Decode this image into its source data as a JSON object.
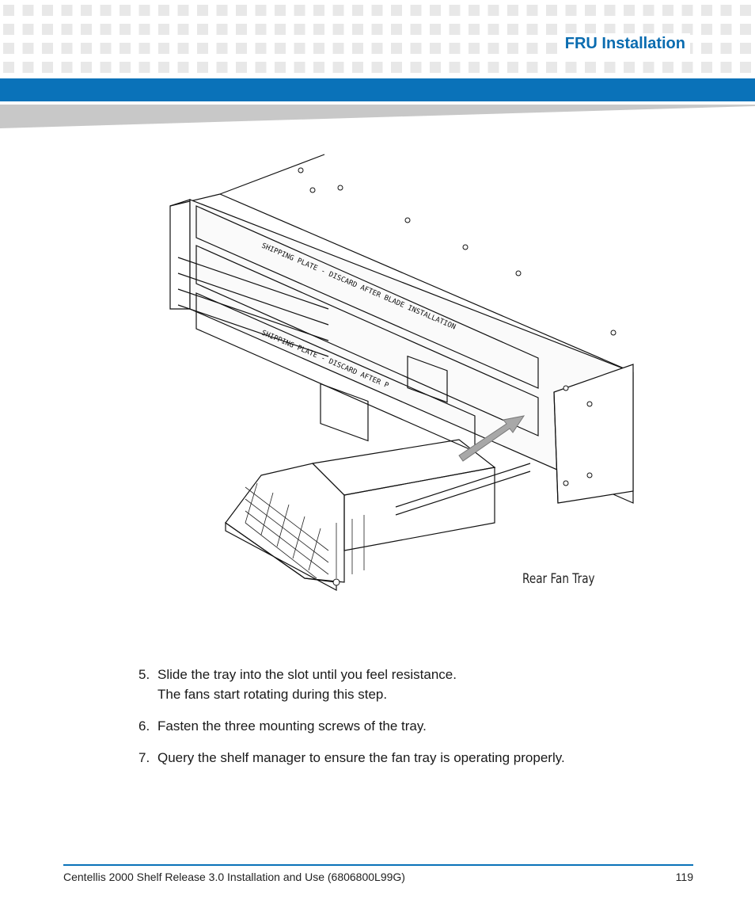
{
  "header": {
    "section_title": "FRU Installation"
  },
  "figure": {
    "label": "Rear Fan Tray"
  },
  "steps": [
    {
      "number": "5.",
      "text": "Slide the tray into the slot until you feel resistance.",
      "note": "The fans start rotating during this step."
    },
    {
      "number": "6.",
      "text": "Fasten the three mounting screws of the tray."
    },
    {
      "number": "7.",
      "text": "Query the shelf manager to ensure the fan tray is operating properly."
    }
  ],
  "footer": {
    "doc_title": "Centellis 2000 Shelf Release 3.0 Installation and Use (6806800L99G)",
    "page_number": "119"
  },
  "colors": {
    "accent_blue": "#0a72b9",
    "title_blue": "#0a6cb0",
    "header_pattern": "#e8e8e8"
  }
}
